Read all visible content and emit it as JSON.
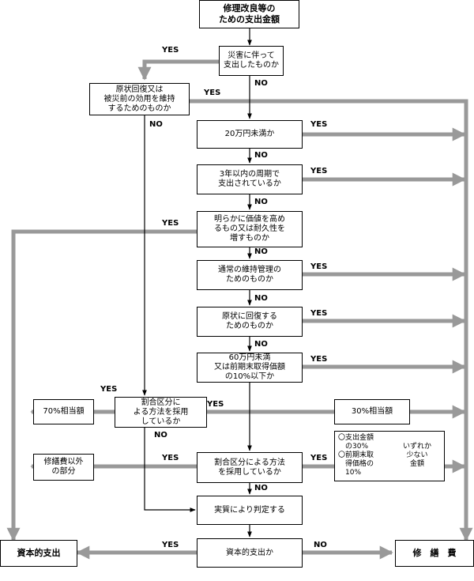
{
  "boxes": {
    "start": "修理改良等の\nための支出金額",
    "q_disaster": "災害に伴って\n支出したものか",
    "q_restore": "原状回復又は\n被災前の効用を維持\nするためのものか",
    "q_under20": "20万円未満か",
    "q_3years": "3年以内の周期で\n支出されているか",
    "q_value": "明らかに価値を高め\nるもの又は耐久性を\n増すものか",
    "q_maintenance": "通常の維持管理の\nためのものか",
    "q_original": "原状に回復する\nためのものか",
    "q_under60": "60万円未満\n又は前期末取得価額\nの10%以下か",
    "q_ratio1": "割合区分に\nよる方法を採用\nしているか",
    "q_ratio2": "割合区分による方法\nを採用しているか",
    "judge": "実質により判定する",
    "q_capital": "資本的支出か",
    "pct70": "70%相当額",
    "pct30": "30%相当額",
    "non_repair": "修繕費以外\nの部分",
    "lesser_left": "〇支出金額\n　の30%\n〇前期末取\n　得価格の\n　10%",
    "lesser_right": "いずれか\n少ない\n金額",
    "capital": "資本的支出",
    "repair": "修　繕　費"
  },
  "labels": {
    "yes": "YES",
    "no": "NO"
  }
}
